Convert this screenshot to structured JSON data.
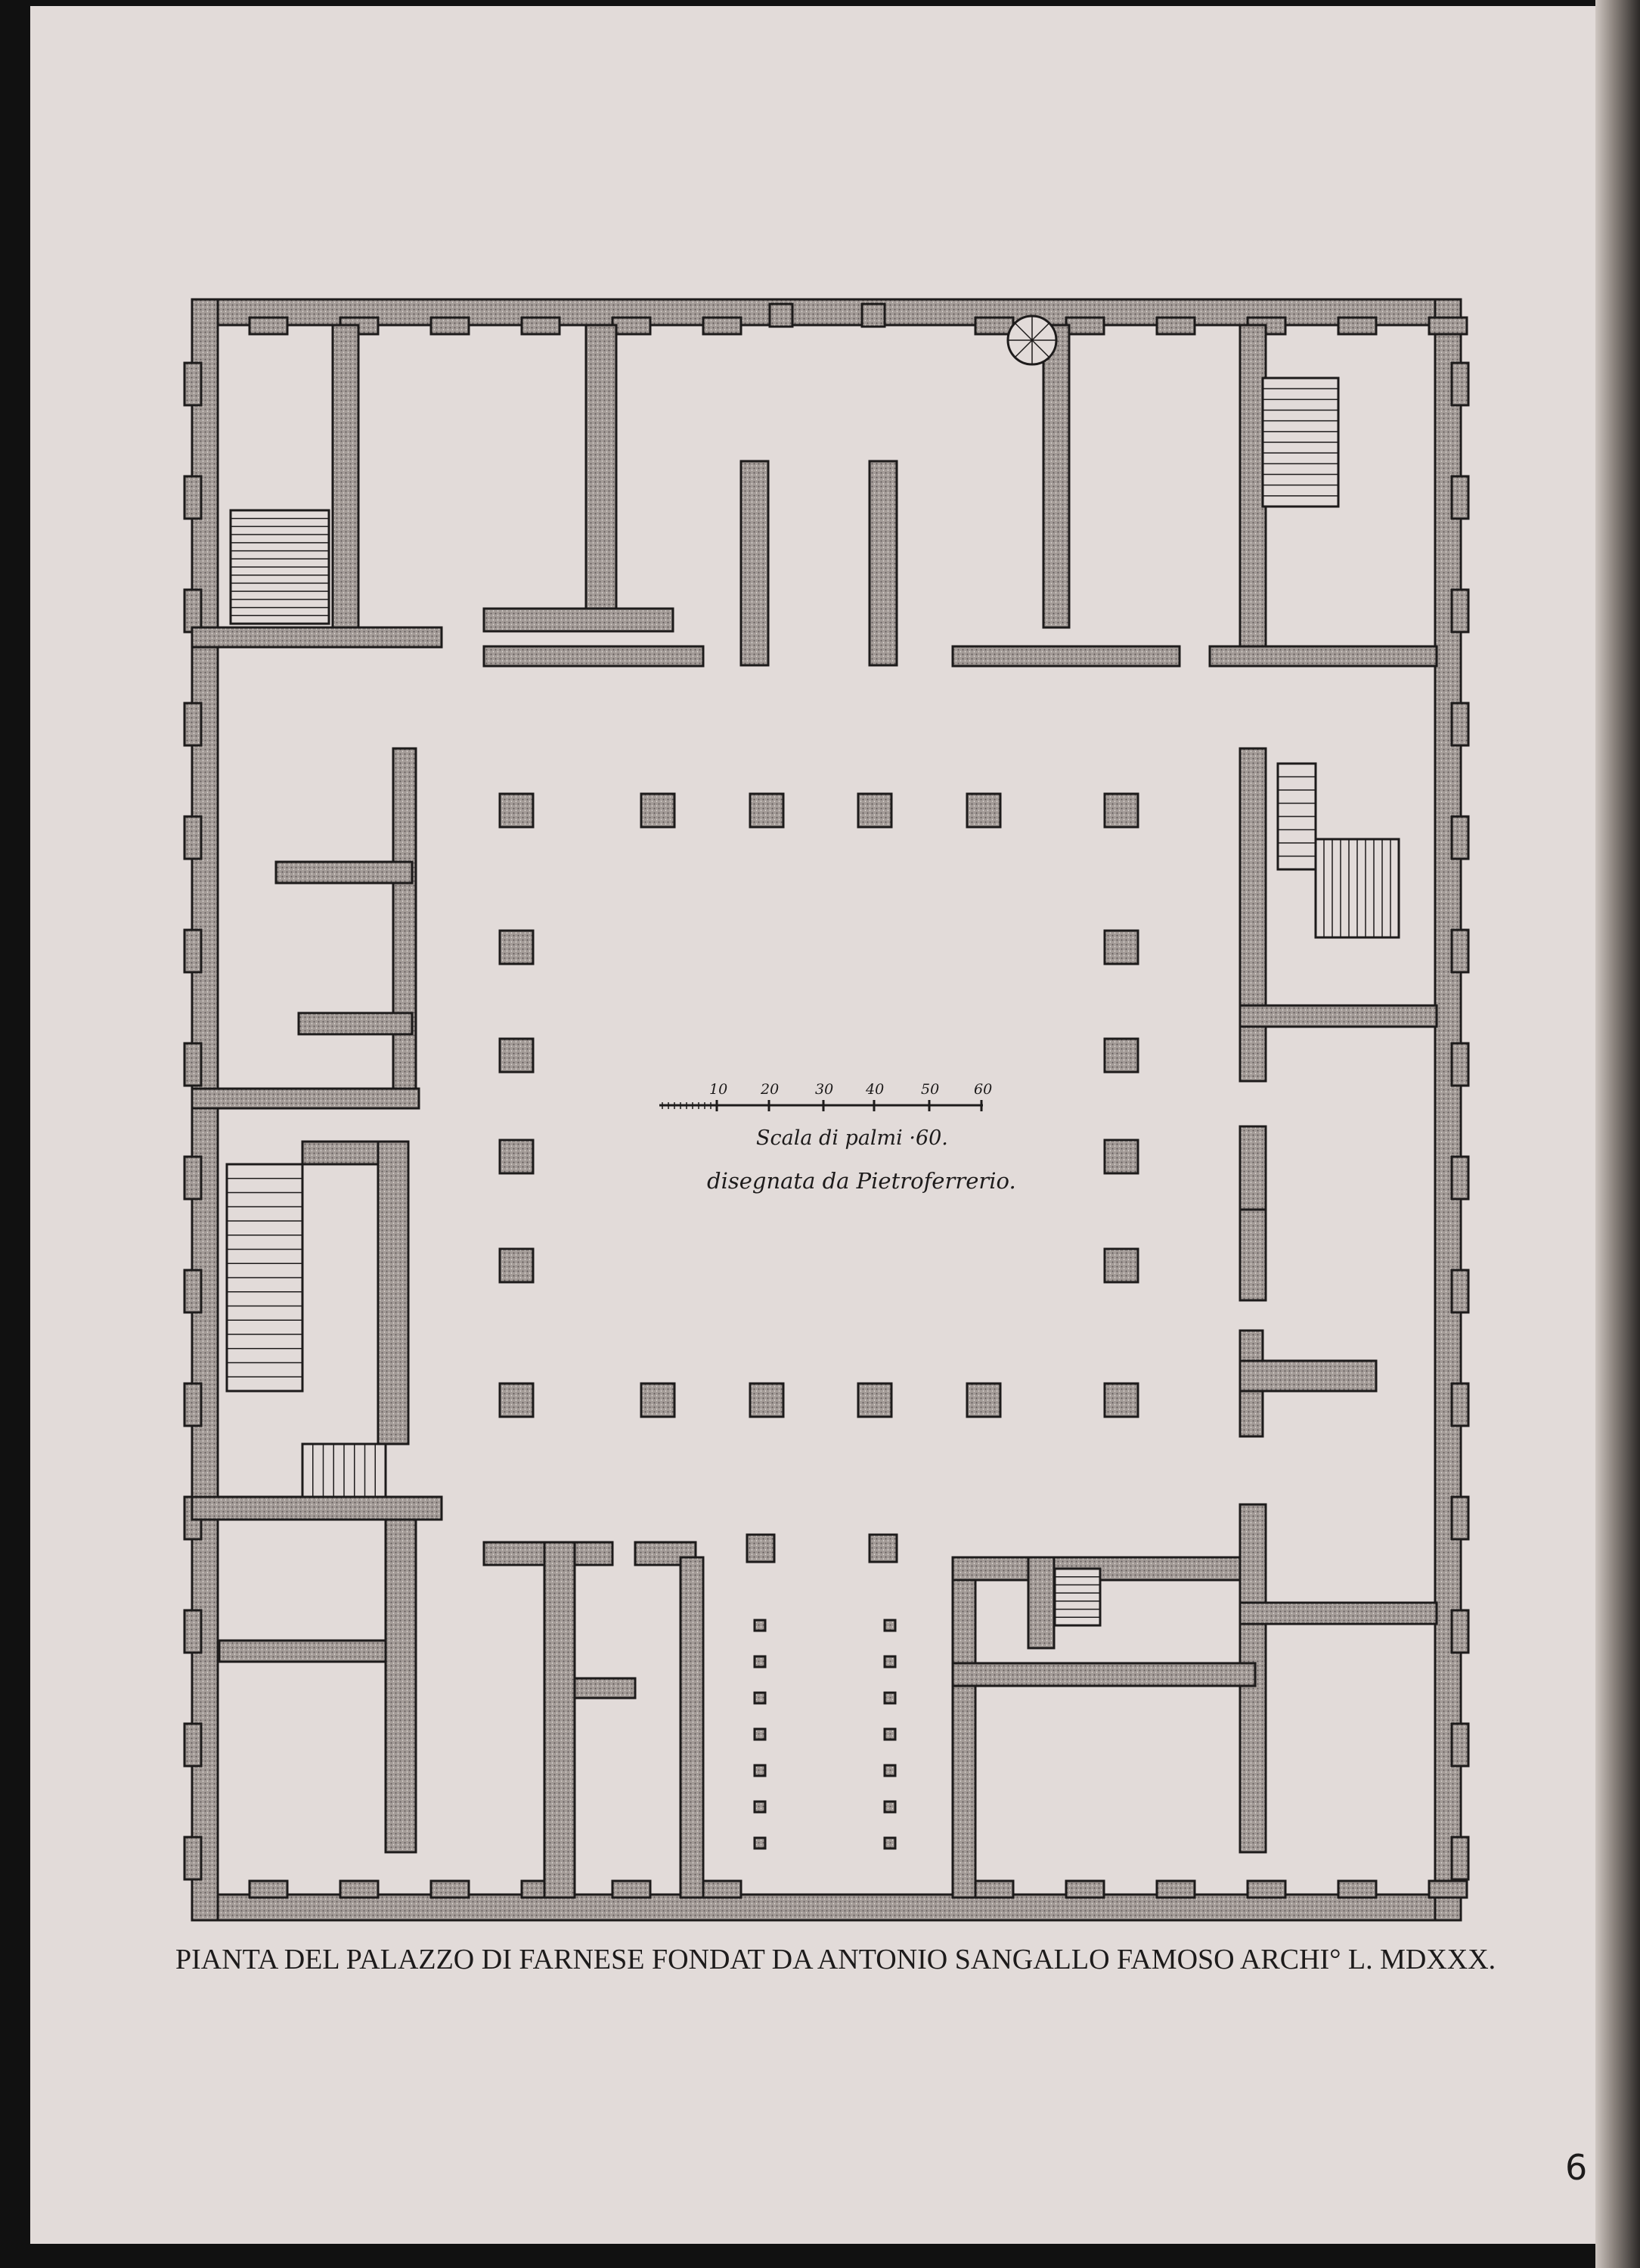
{
  "plate": {
    "title": "PIANTA DEL PALAZZO DI FARNESE FONDAT DA ANTONIO SANGALLO FAMOSO ARCHI° L. MDXXX.",
    "page_number": "6"
  },
  "scale_bar": {
    "tick_labels": [
      "10",
      "20",
      "30",
      "40",
      "50",
      "60"
    ],
    "caption": "Scala di palmi ·60.",
    "signature": "disegnata da Pietroferrerio."
  },
  "colors": {
    "paper": "#e2dbd9",
    "wall_fill": "#9d9592",
    "ink": "#1d1b1b"
  }
}
